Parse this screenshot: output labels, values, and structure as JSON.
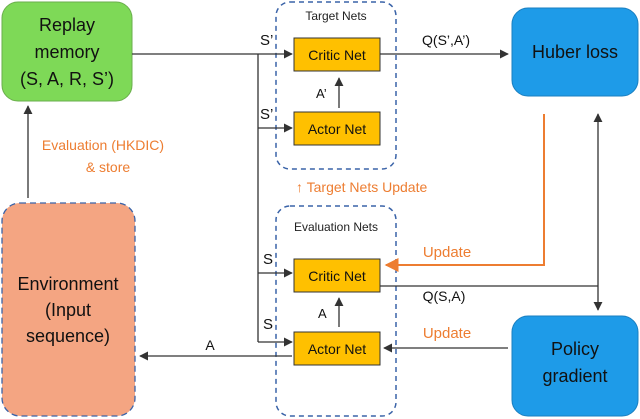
{
  "nodes": {
    "replay_memory": {
      "line1": "Replay",
      "line2": "memory",
      "line3": "(S, A, R, S’)"
    },
    "environment": {
      "line1": "Environment",
      "line2": "(Input",
      "line3": "sequence)"
    },
    "huber_loss": {
      "label": "Huber loss"
    },
    "policy_gradient": {
      "line1": "Policy",
      "line2": "gradient"
    },
    "target_nets": {
      "title": "Target Nets",
      "critic": "Critic Net",
      "actor": "Actor Net"
    },
    "evaluation_nets": {
      "title": "Evaluation Nets",
      "critic": "Critic Net",
      "actor": "Actor Net"
    }
  },
  "edge_labels": {
    "evaluation_store_1": "Evaluation (HKDIC)",
    "evaluation_store_2": "& store",
    "target_s_prime_top": "S’",
    "target_s_prime_actor": "S’",
    "target_a_prime": "A’",
    "q_target": "Q(S’,A’)",
    "target_update": "↑ Target Nets Update",
    "update_critic": "Update",
    "update_actor": "Update",
    "eval_s_critic": "S",
    "eval_s_actor": "S",
    "eval_a": "A",
    "q_eval": "Q(S,A)",
    "action_out": "A"
  },
  "colors": {
    "replay_fill": "#7ED957",
    "environment_fill": "#F4A582",
    "blue_fill": "#1E9BE8",
    "net_fill": "#FFC000",
    "orange_accent": "#ED7D31",
    "line": "#333333",
    "dashed": "#3A63A8"
  }
}
